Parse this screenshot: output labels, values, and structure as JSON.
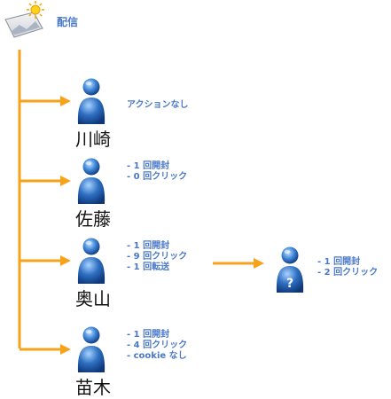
{
  "source": {
    "label": "配信",
    "icon": "broadcast-sun-icon"
  },
  "recipients": [
    {
      "name": "川崎",
      "icon": "person-icon",
      "stats": [
        "アクションなし"
      ]
    },
    {
      "name": "佐藤",
      "icon": "person-icon",
      "stats": [
        "- 1 回開封",
        "- 0 回クリック"
      ]
    },
    {
      "name": "奥山",
      "icon": "person-icon",
      "stats": [
        "- 1 回開封",
        "- 9 回クリック",
        "- 1 回転送"
      ]
    },
    {
      "name": "苗木",
      "icon": "person-icon",
      "stats": [
        "- 1 回開封",
        "- 4 回クリック",
        "- cookie なし"
      ]
    }
  ],
  "forwarded": {
    "icon": "unknown-person-icon",
    "mark": "?",
    "stats": [
      "- 1 回開封",
      "- 2 回クリック"
    ]
  },
  "colors": {
    "arrow": "#f7a21b",
    "text_accent": "#4a78c8",
    "person": "#2e6fc2"
  }
}
